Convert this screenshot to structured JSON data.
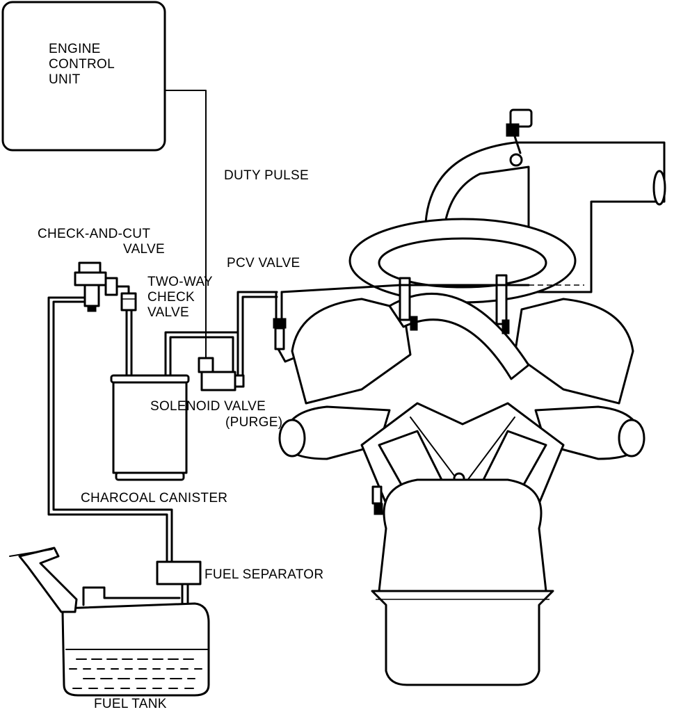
{
  "labels": {
    "ecu": [
      "ENGINE",
      "CONTROL",
      "UNIT"
    ],
    "duty_pulse": "DUTY PULSE",
    "check_and_cut": [
      "CHECK-AND-CUT",
      "VALVE"
    ],
    "two_way": [
      "TWO-WAY",
      "CHECK",
      "VALVE"
    ],
    "pcv_valve": "PCV VALVE",
    "solenoid_valve": [
      "SOLENOID VALVE",
      "(PURGE)"
    ],
    "charcoal_canister": "CHARCOAL CANISTER",
    "fuel_separator": "FUEL SEPARATOR",
    "fuel_tank": "FUEL TANK"
  }
}
